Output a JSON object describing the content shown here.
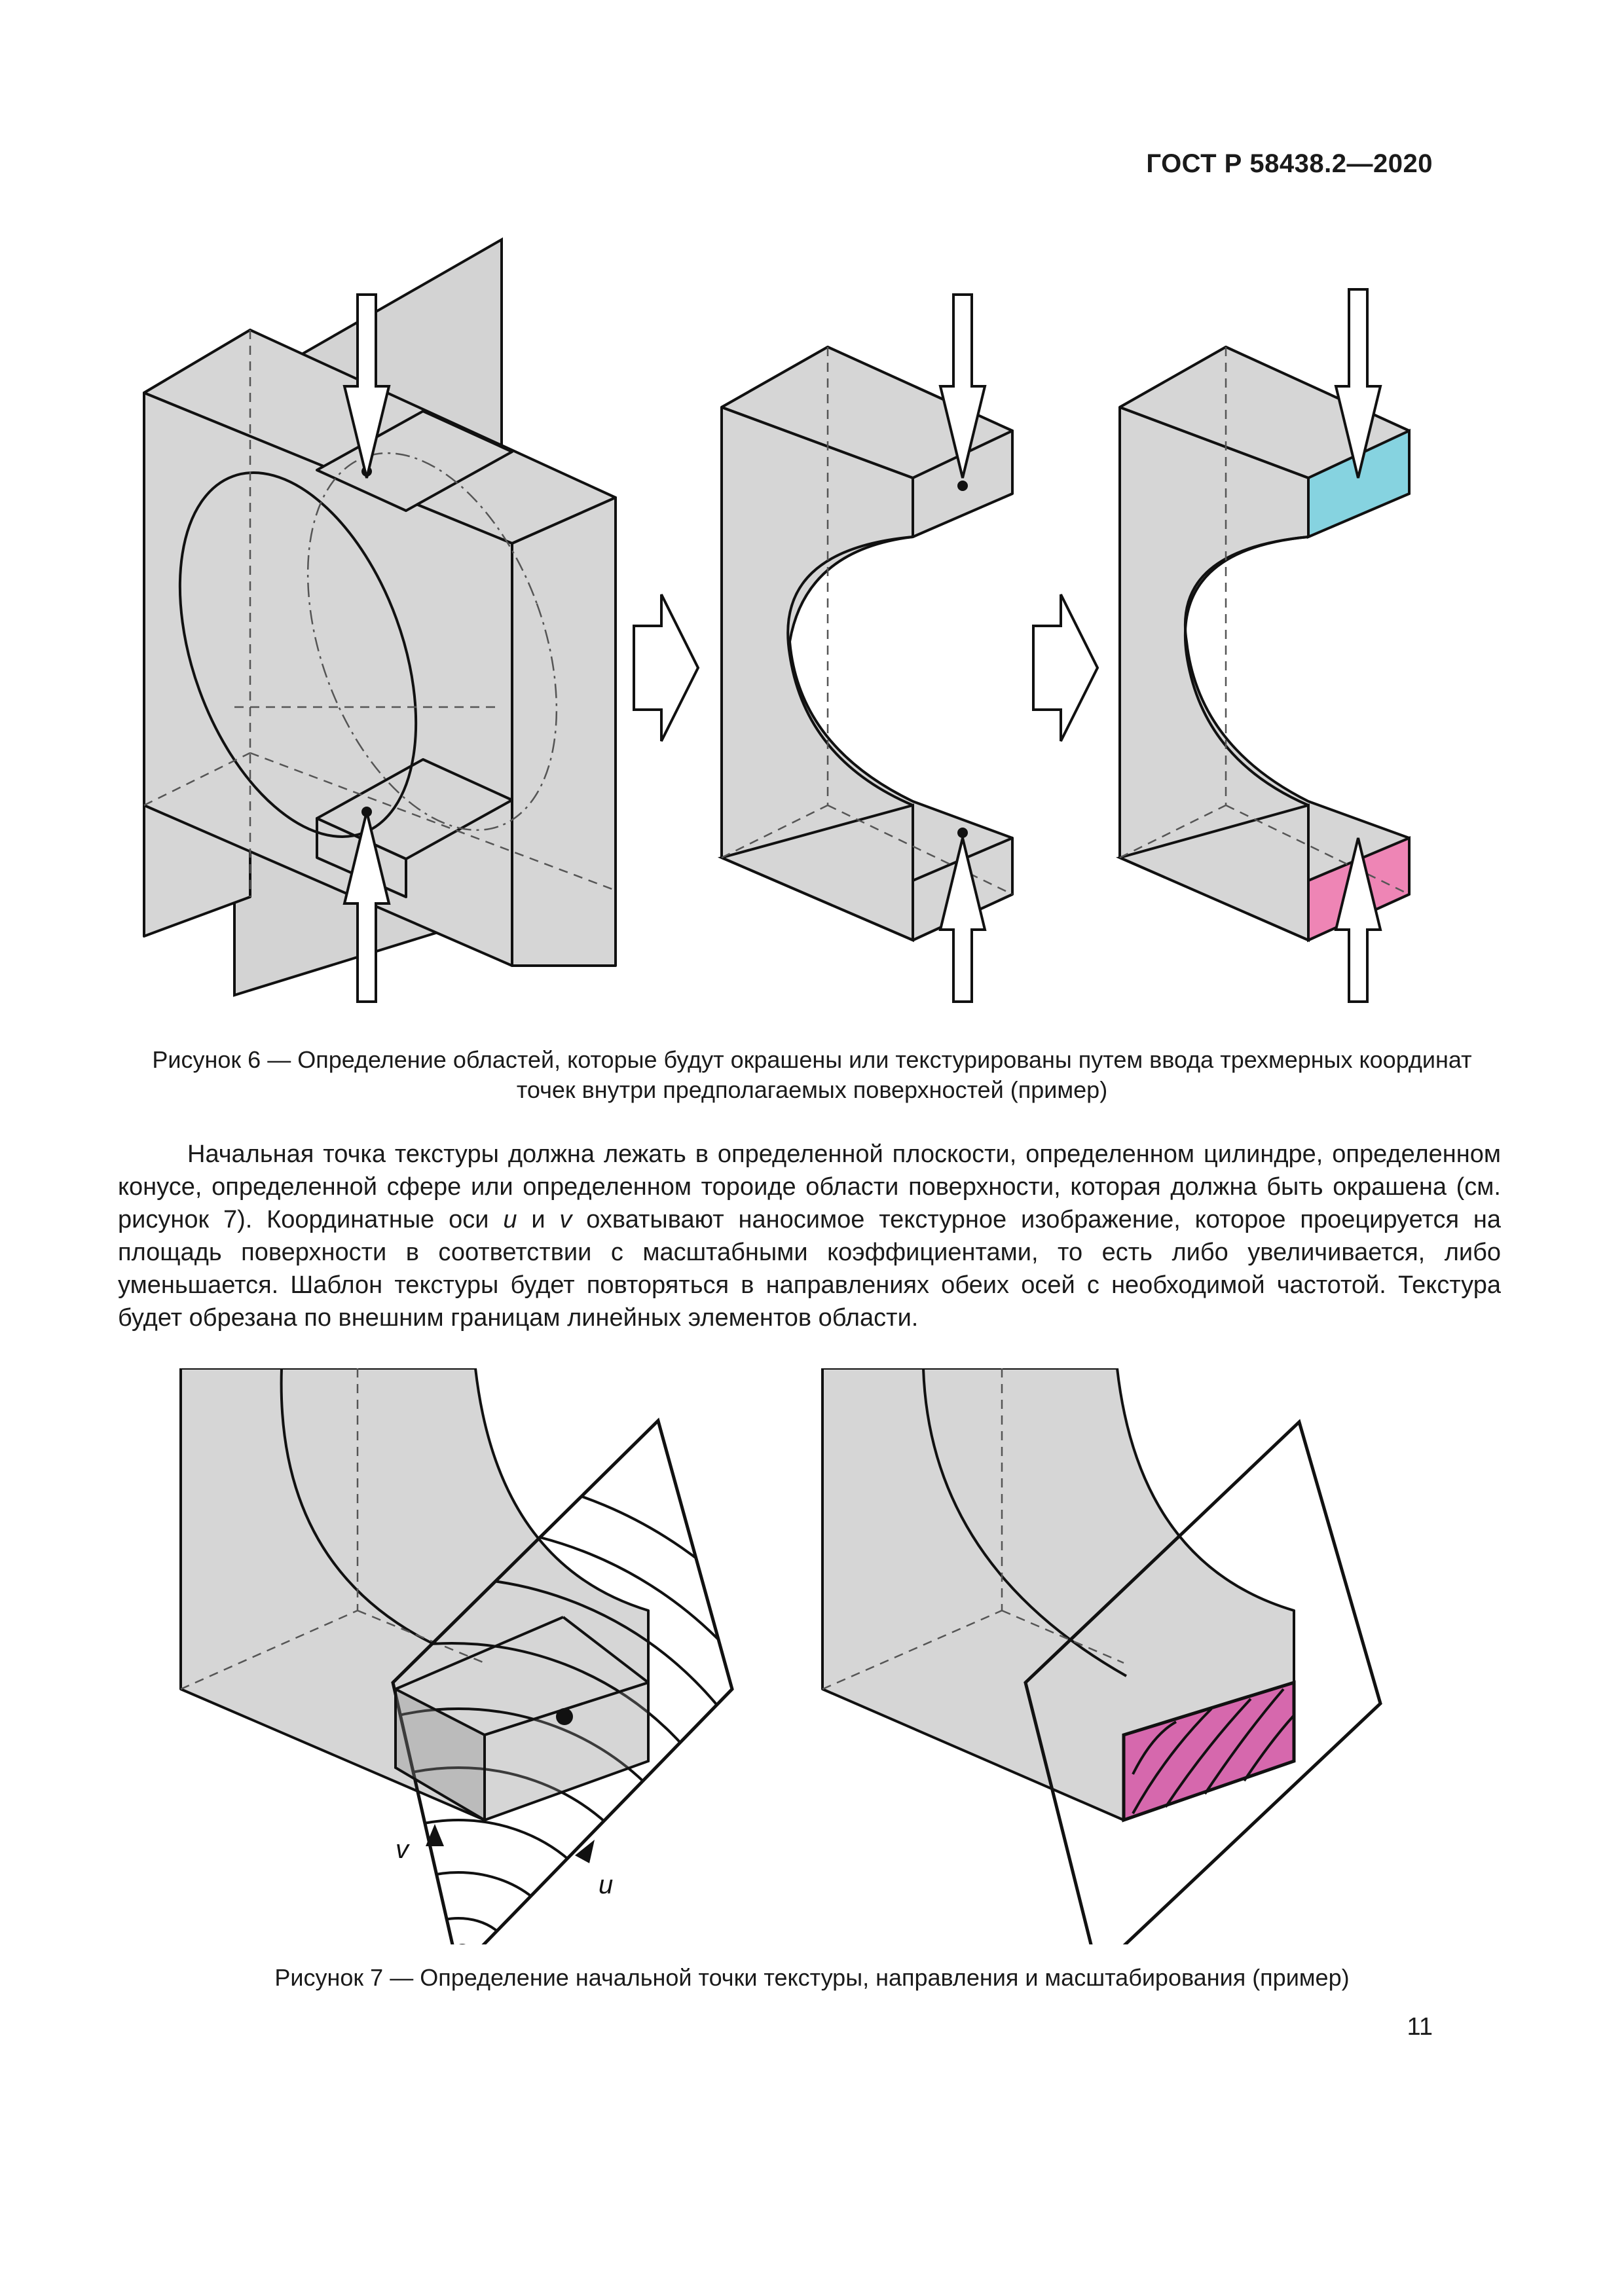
{
  "header": {
    "standard": "ГОСТ Р 58438.2—2020"
  },
  "figure6": {
    "caption": "Рисунок 6 — Определение областей, которые будут окрашены или текстурированы путем ввода трехмерных координат точек внутри предполагаемых поверхностей (пример)",
    "colors": {
      "face_top": "#86d3e0",
      "face_bottom": "#ee85b5",
      "body": "#d6d6d6"
    }
  },
  "body_text": {
    "part1": "Начальная точка текстуры должна лежать в определенной плоскости, определенном цилиндре, определенном конусе, определенной сфере или определенном тороиде области поверхности, которая должна быть окрашена (см. рисунок 7). Координатные оси ",
    "axis_u": "u",
    "part2": " и ",
    "axis_v": "v",
    "part3": " охватывают наносимое текстурное изображение, которое проецируется на площадь поверхности в соответствии с масштабными коэффициентами, то есть либо увеличивается, либо уменьшается. Шаблон текстуры будет повторяться в направлениях обеих осей с необходимой частотой. Текстура будет обрезана по внешним границам линейных элементов области."
  },
  "figure7": {
    "caption": "Рисунок 7 — Определение начальной точки текстуры, направления и масштабирования (пример)",
    "label_v": "v",
    "label_u": "u",
    "colors": {
      "texture_face": "#d668ad"
    }
  },
  "page": {
    "number": "11"
  }
}
